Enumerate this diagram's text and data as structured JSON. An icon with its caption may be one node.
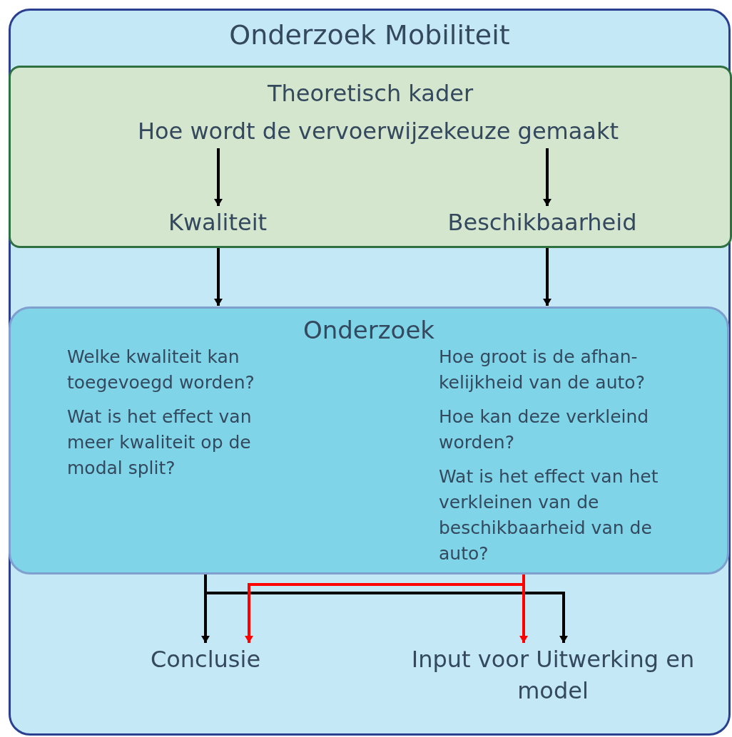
{
  "diagram": {
    "nodes": [
      {
        "text": [
          "Onderzoek Mobiliteit"
        ]
      },
      {
        "text": [
          "Theoretisch kader"
        ],
        "in": 0
      },
      {
        "text": [
          "Hoe wordt de vervoerwijzekeuze gemaakt"
        ],
        "in": 1
      },
      {
        "text": [
          "Kwaliteit"
        ],
        "in": 1
      },
      {
        "text": [
          "Beschikbaarheid"
        ],
        "in": 1
      },
      {
        "text": [
          "Onderzoek",
          "Welke kwaliteit kan toegevoegd worden?",
          "Wat is het effect van meer kwaliteit op de modal split?",
          "Hoe groot is de afhan- kelijkheid van de auto?",
          "Hoe kan deze verkleind worden?",
          "Wat is het effect van het verkleinen van de beschikbaarheid van de auto?"
        ],
        "in": 0
      },
      {
        "text": [
          "Conclusie"
        ],
        "in": 0
      },
      {
        "text": [
          "Input voor Uitwerking en model"
        ],
        "in": 0
      }
    ],
    "edges": [
      {
        "from": 2,
        "to": 3,
        "arrow": "to"
      },
      {
        "from": 2,
        "to": 4,
        "arrow": "to"
      },
      {
        "from": 3,
        "to": 5,
        "arrow": "to"
      },
      {
        "from": 4,
        "to": 5,
        "arrow": "to"
      },
      {
        "from": 5,
        "to": 6,
        "arrow": "to"
      },
      {
        "from": 5,
        "to": 7,
        "arrow": "to"
      },
      {
        "from": 5,
        "to": 7,
        "arrow": "to",
        "color": "#ff0000"
      },
      {
        "from": 5,
        "to": 6,
        "arrow": "to",
        "color": "#ff0000"
      }
    ]
  }
}
